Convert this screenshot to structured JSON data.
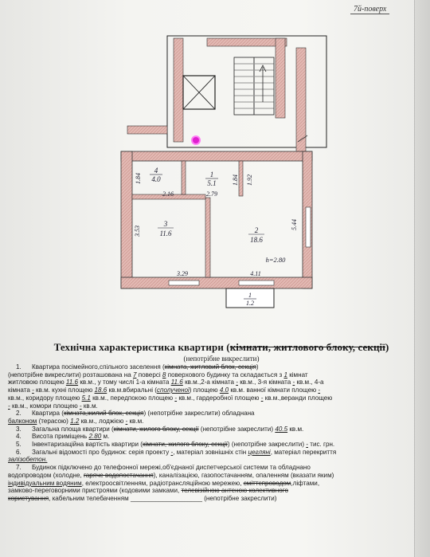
{
  "floor_label": "7й-поверх",
  "plan": {
    "rooms": [
      {
        "number": "4",
        "area": "4.0"
      },
      {
        "number": "1",
        "area": "5.1"
      },
      {
        "number": "3",
        "area": "11.6"
      },
      {
        "number": "2",
        "area": "18.6"
      },
      {
        "number": "1",
        "area": "1.2"
      }
    ],
    "dimensions": [
      "1.84",
      "2.16",
      "2.79",
      "1.84",
      "1.92",
      "3.53",
      "5.44",
      "3.29",
      "4.11"
    ],
    "height_label": "h=2.80"
  },
  "title": {
    "main": "Технічна характеристика квартири (",
    "struck": "кімнати, житлового блоку, секції",
    "end": ")",
    "subtitle": "(непотрібне викреслити)"
  },
  "items": {
    "i1_a": "Квартира посімейного,спільного заселення (",
    "i1_b": "кімната, житловий блок, секція",
    "i1_c": ")",
    "i1_l2": "(непотрібне викреслити) розташована на",
    "floor": "7",
    "i1_l2b": "поверсі",
    "floors_total": "8",
    "i1_l2c": "поверхового будинку та складається з",
    "rooms_count": "1",
    "i1_l2d": "кімнат",
    "i1_l3a": "житловою площею",
    "living_area": "11.6",
    "i1_l3b": "кв.м., у тому числі 1-а кімната",
    "room1": "11.6",
    "i1_l3c": "кв.м.,2-а кімната",
    "dash": "-",
    "i1_l3d": "кв.м., 3-я кімната",
    "i1_l3e": "кв.м., 4-а",
    "i1_l4a": "кімната",
    "i1_l4b": "кв.м. кухні площею",
    "kitchen": "18.6",
    "i1_l4c": "кв.м.вбиральні (",
    "i1_l4c_u": "сполученої",
    "i1_l4d": ") площею",
    "bath": "4.0",
    "i1_l4e": "кв.м. ванної кімнати площею",
    "i1_l5a": "кв.м., коридору площею",
    "corridor": "5.1",
    "i1_l5b": "кв.м., передпокою площею",
    "i1_l5c": "кв.м., гардеробної площею",
    "i1_l5d": "кв.м.,веранди площею",
    "i1_l6a": "кв.м., комори площею",
    "i1_l6b": "кв.м.",
    "i2_a": "Квартира (",
    "i2_b": "кімната,жилий блок, секція",
    "i2_c": ") (непотрібне закреслити) обладнана",
    "i2_l2a": "балконом",
    "i2_l2b": "(терасою)",
    "balcony": "1.2",
    "i2_l2c": "кв.м., лоджією",
    "i2_l2d": "кв.м.",
    "i3_a": "Загальна площа квартири (",
    "i3_b": "кімнати, жилого блоку, секції",
    "i3_c": "(непотрібне закреслити)",
    "total_area": "40.5",
    "i3_d": "кв.м.",
    "i4_a": "Висота приміщень",
    "height": "2.80",
    "i4_b": "м.",
    "i5_a": "Інвентаризаційна вартість квартири (",
    "i5_b": "кімнати, жилого блоку, секції",
    "i5_c": ") (непотрібне закреслити)",
    "i5_d": "тис. грн.",
    "i6_a": "Загальні відомості про будинок: серія проекту",
    "i6_b": ", матеріал зовнішніх стін",
    "walls": "цегляні",
    "i6_c": ", матеріал перекриття",
    "slabs": "залізобетон.",
    "i7_a": "Будинок підключено до телефонної мережі,об'єднаної диспетчерської системи та обладнано",
    "i7_b": "водопроводом (холодне,",
    "i7_b_s": "гаряче водопостачання",
    "i7_c": "), каналізацією, газопостачанням, опаленням (вказати яким)",
    "i7_d_u": "індивідуальним водяним",
    "i7_d": ", електроосвітленням, радіотрансляційною мережею,",
    "i7_d_s": "сміттєпроводом",
    "i7_d2": ",ліфтами,",
    "i7_e": "замково-переговорними пристроями (кодовими замками,",
    "i7_e_s": "телевізійною антеною колективного",
    "i7_f_s": "користування",
    "i7_f": ", кабельним телебаченням",
    "i7_g": "(непотрібне закреслити)"
  }
}
